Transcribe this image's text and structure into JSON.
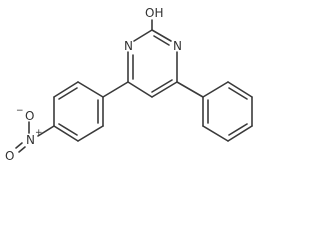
{
  "labels": {
    "oh": "OH",
    "n_top_left": "N",
    "n_top_right": "N",
    "n_nitro": "N",
    "n_nitro_charge": "+",
    "o_nitro_top": "O",
    "o_nitro_bottom": "O",
    "o_nitro_charge": "−"
  }
}
